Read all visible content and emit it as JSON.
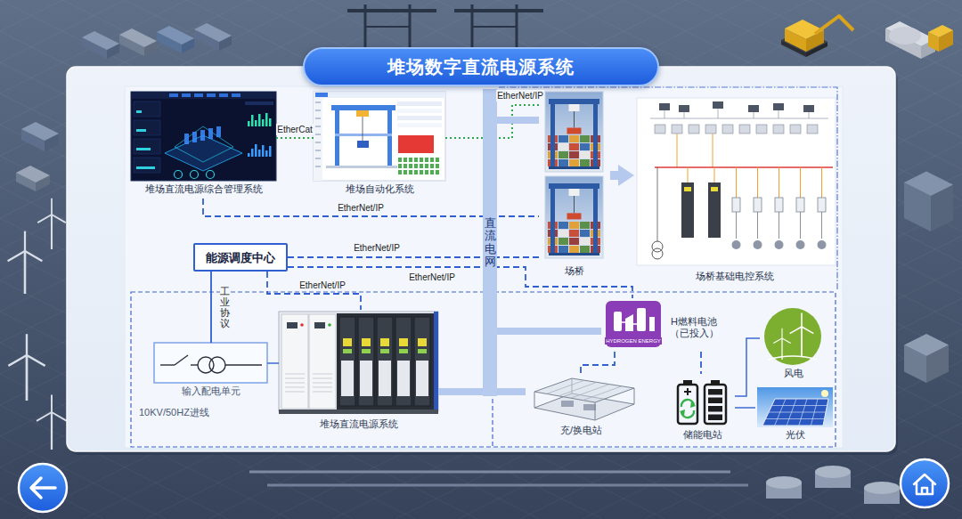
{
  "diagram": {
    "title": "堆场数字直流电源系统",
    "nodes": [
      {
        "text": [
          "堆场直流电源综合管理系统"
        ]
      },
      {
        "text": [
          "堆场自动化系统"
        ]
      },
      {
        "text": [
          "场桥"
        ]
      },
      {
        "text": [
          "场桥基础电控系统"
        ]
      },
      {
        "text": [
          "直流电网"
        ]
      },
      {
        "text": [
          "能源调度中心"
        ]
      },
      {
        "text": [
          "输入配电单元"
        ]
      },
      {
        "text": [
          "堆场直流电源系统"
        ]
      },
      {
        "text": [
          "H燃料电池",
          "（已投入）"
        ]
      },
      {
        "text": [
          "充/换电站"
        ]
      },
      {
        "text": [
          "储能电站"
        ]
      },
      {
        "text": [
          "风电"
        ]
      },
      {
        "text": [
          "光伏"
        ]
      }
    ],
    "edges": [
      {
        "from": 0,
        "to": 1,
        "arrow": "none",
        "label": "EtherCat"
      },
      {
        "from": 1,
        "to": 2,
        "arrow": "none",
        "label": "EtherNet/IP"
      },
      {
        "from": 0,
        "to": 2,
        "arrow": "none",
        "label": "EtherNet/IP"
      },
      {
        "from": 5,
        "to": 2,
        "arrow": "none",
        "label": "EtherNet/IP"
      },
      {
        "from": 5,
        "to": 7,
        "arrow": "none",
        "label": "EtherNet/IP"
      },
      {
        "from": 5,
        "to": 8,
        "arrow": "none",
        "label": "EtherNet/IP"
      },
      {
        "from": 5,
        "to": 6,
        "arrow": "none",
        "label": "工业协议"
      },
      {
        "from": 6,
        "to": 7,
        "arrow": "none"
      },
      {
        "from": 7,
        "to": 4,
        "arrow": "none"
      },
      {
        "from": 4,
        "to": 2,
        "arrow": "none"
      },
      {
        "from": 4,
        "to": 8,
        "arrow": "none"
      },
      {
        "from": 4,
        "to": 9,
        "arrow": "none"
      },
      {
        "from": 2,
        "to": 3,
        "arrow": "to"
      },
      {
        "from": 10,
        "to": 11,
        "arrow": "none"
      },
      {
        "from": 10,
        "to": 12,
        "arrow": "none"
      },
      {
        "from": 8,
        "to": 10,
        "arrow": "none"
      },
      {
        "from": 8,
        "to": 9,
        "arrow": "none"
      }
    ],
    "labels": [
      "10KV/50HZ进线",
      "HYDROGEN ENERGY"
    ]
  }
}
